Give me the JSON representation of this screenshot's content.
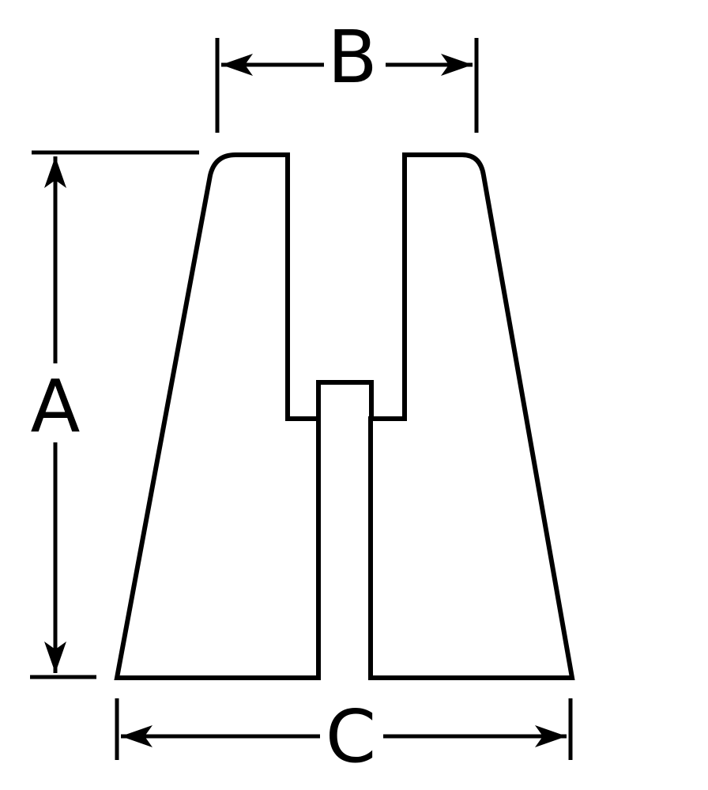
{
  "labels": {
    "height": "A",
    "top_width": "B",
    "bottom_width": "C"
  },
  "colors": {
    "stroke": "#000000",
    "background": "#ffffff"
  }
}
